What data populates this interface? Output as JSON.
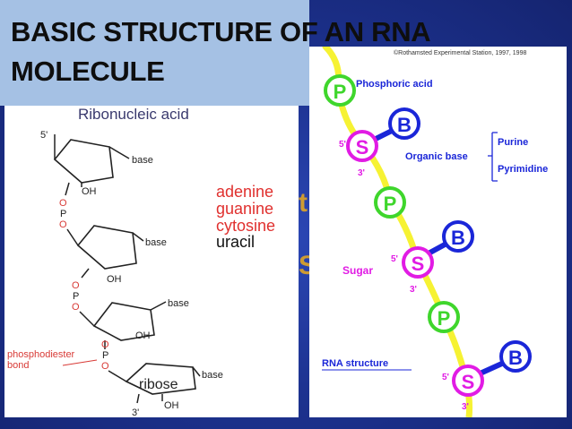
{
  "slide": {
    "title_line1": "BASIC STRUCTURE OF AN RNA",
    "title_line2": "MOLECULE",
    "colors": {
      "background": "#1d3391",
      "title_box": "#a5c1e4",
      "accent": "#e0a526"
    }
  },
  "left_diagram": {
    "heading": "Ribonucleic acid",
    "five_prime": "5'",
    "three_prime": "3'",
    "base_label": "base",
    "oh_label": "OH",
    "o_label": "O",
    "p_label": "P",
    "phosphodiester": "phosphodiester",
    "bond": "bond",
    "ribose": "ribose",
    "bases": [
      "adenine",
      "guanine",
      "cytosine",
      "uracil"
    ],
    "colors": {
      "purine_pyrimidine_text": "#e0302e",
      "uracil_text": "#111111",
      "ring": "#222222",
      "phosphodiester_text": "#d83a36"
    }
  },
  "right_diagram": {
    "copyright": "©Rothamsted Experimental Station, 1997, 1998",
    "p": "P",
    "s": "S",
    "b": "B",
    "phosphoric_acid": "Phosphoric acid",
    "organic_base": "Organic base",
    "purine": "Purine",
    "pyrimidine": "Pyrimidine",
    "sugar": "Sugar",
    "rna_structure": "RNA structure",
    "five_prime": "5'",
    "three_prime": "3'",
    "colors": {
      "phosphate": "#3fd62c",
      "sugar": "#e11be4",
      "base": "#1a26d8",
      "backbone": "#f6f233",
      "label": "#1a26d8",
      "sugar_label": "#e11be4"
    }
  }
}
